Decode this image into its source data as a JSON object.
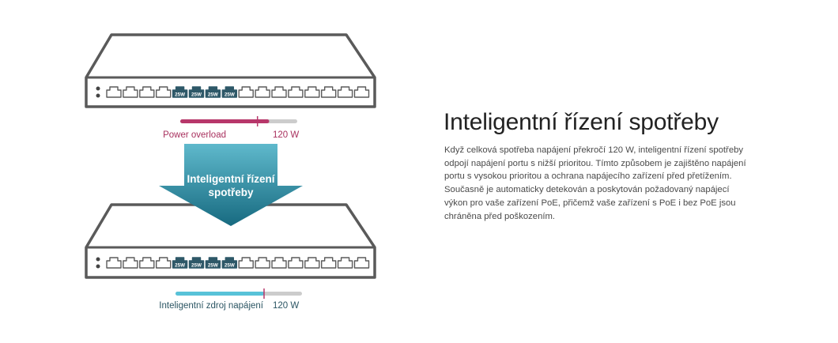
{
  "top_switch": {
    "poe_labels": [
      "25W",
      "25W",
      "25W",
      "25W"
    ],
    "power_bar": {
      "label": "Power overload",
      "value_label": "120 W",
      "fill_fraction": 0.76,
      "limit_fraction": 0.66,
      "fill_color": "#b7376a",
      "track_color": "#cccccc"
    }
  },
  "arrow": {
    "title_line1": "Inteligentní řízení",
    "title_line2": "spotřeby",
    "color_top": "#5fb9cc",
    "color_bottom": "#176a80"
  },
  "bottom_switch": {
    "poe_labels": [
      "25W",
      "25W",
      "25W",
      "25W"
    ],
    "power_bar": {
      "label": "Inteligentní zdroj napájení",
      "value_label": "120 W",
      "fill_fraction": 0.7,
      "limit_fraction": 0.7,
      "fill_color": "#58c2d8",
      "track_color": "#cccccc",
      "marker_color": "#b7376a"
    }
  },
  "content": {
    "heading": "Inteligentní řízení spotřeby",
    "paragraph_lines": [
      "Když celková spotřeba napájení překročí 120 W, inteligentní řízení spotřeby",
      "odpojí napájení portu s nižší prioritou. Tímto způsobem je zajištěno napájení",
      "portu s vysokou prioritou a ochrana napájecího zařízení před přetížením.",
      "Současně je automaticky detekován a poskytován požadovaný napájecí",
      "výkon pro vaše zařízení PoE, přičemž vaše zařízení s PoE i bez PoE jsou",
      "chráněna před poškozením."
    ]
  },
  "colors": {
    "outline": "#5a5a5a",
    "port_active": "#2e5868",
    "heading_text": "#222222",
    "body_text": "#4a4a4a",
    "overload_label": "#a8305e",
    "smart_label": "#2b5563"
  }
}
